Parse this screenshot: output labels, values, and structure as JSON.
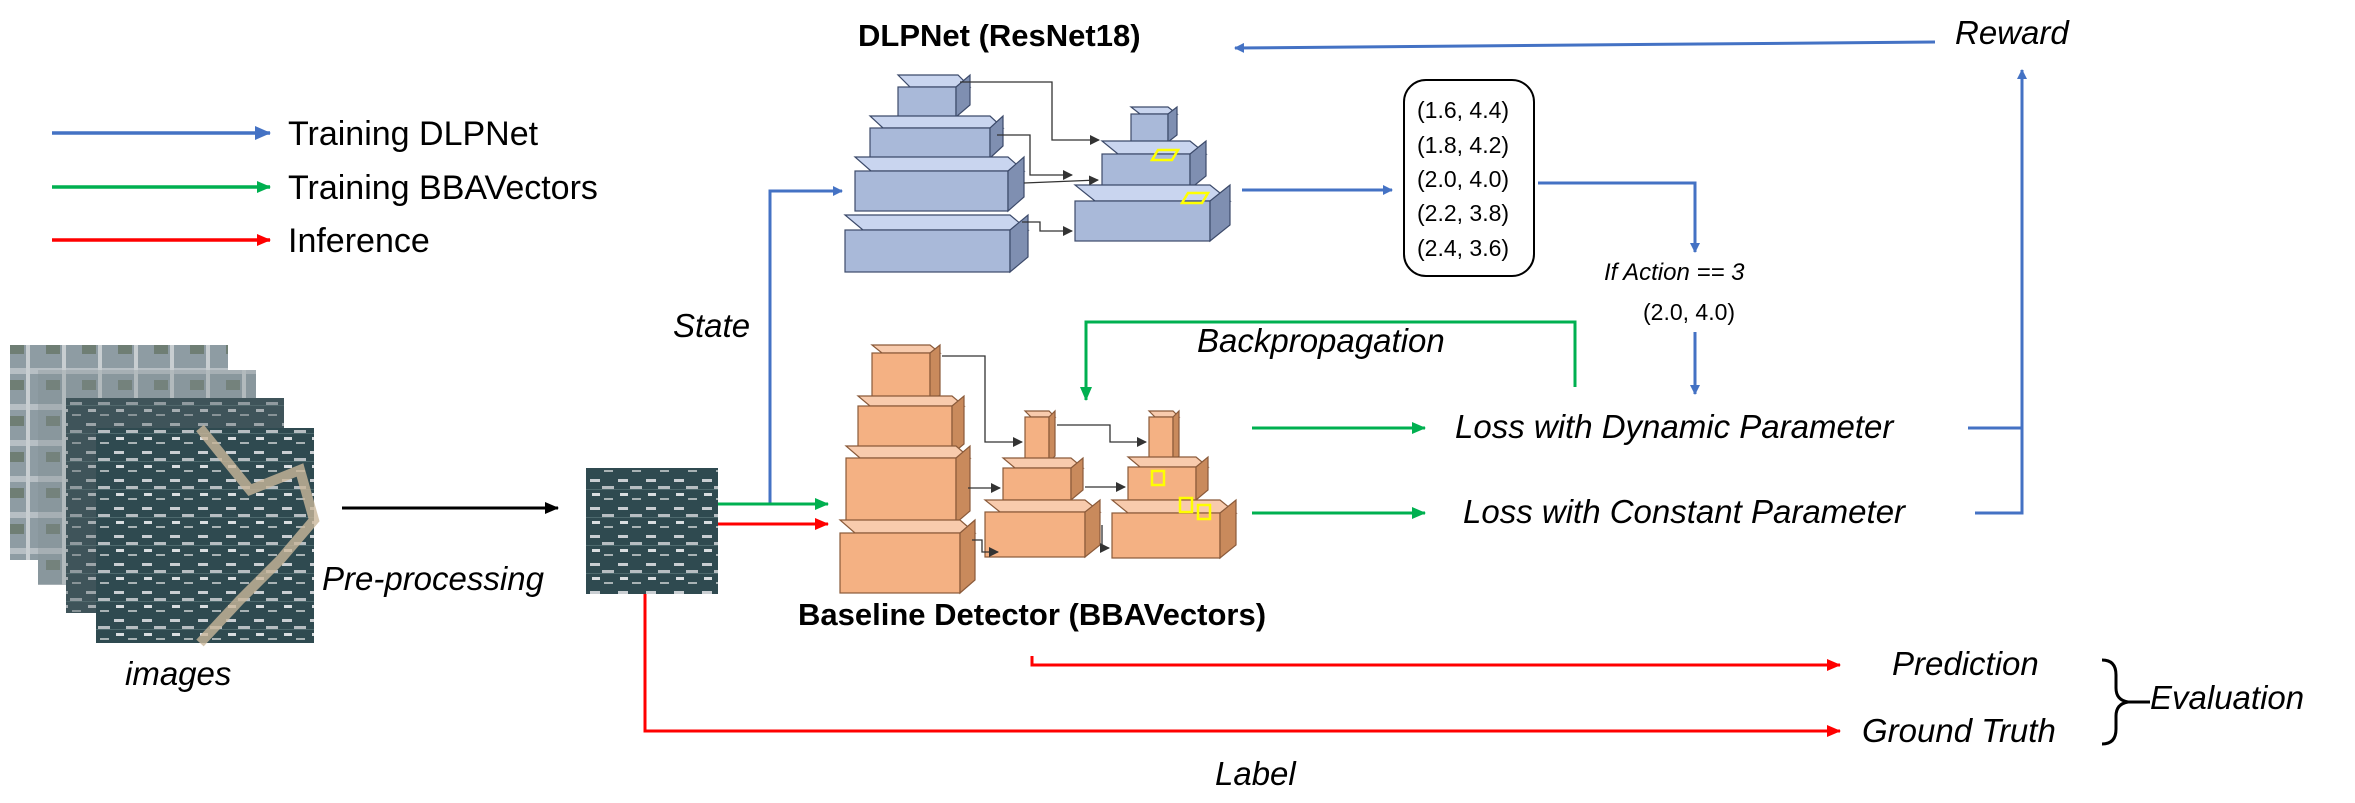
{
  "legend": [
    {
      "label": "Training DLPNet",
      "color": "#4472C4"
    },
    {
      "label": "Training BBAVectors",
      "color": "#00B050"
    },
    {
      "label": "Inference",
      "color": "#FF0000"
    }
  ],
  "colors": {
    "blue": "#4472C4",
    "green": "#00B050",
    "red": "#FF0000",
    "dlpnet_block": "#8EA0C4",
    "detector_block": "#F4B183",
    "box_highlight": "#FFFF00"
  },
  "labels": {
    "images": "images",
    "preprocessing": "Pre-processing",
    "state": "State",
    "dlpnet_title": "DLPNet (ResNet18)",
    "detector_title": "Baseline Detector (BBAVectors)",
    "reward": "Reward",
    "backprop": "Backpropagation",
    "loss_dynamic": "Loss with Dynamic Parameter",
    "loss_constant": "Loss with Constant Parameter",
    "if_action": "If Action == 3",
    "selected_param": "(2.0, 4.0)",
    "prediction": "Prediction",
    "ground_truth": "Ground Truth",
    "evaluation": "Evaluation",
    "label": "Label"
  },
  "parameters": [
    "(1.6, 4.4)",
    "(1.8, 4.2)",
    "(2.0, 4.0)",
    "(2.2, 3.8)",
    "(2.4, 3.6)"
  ]
}
